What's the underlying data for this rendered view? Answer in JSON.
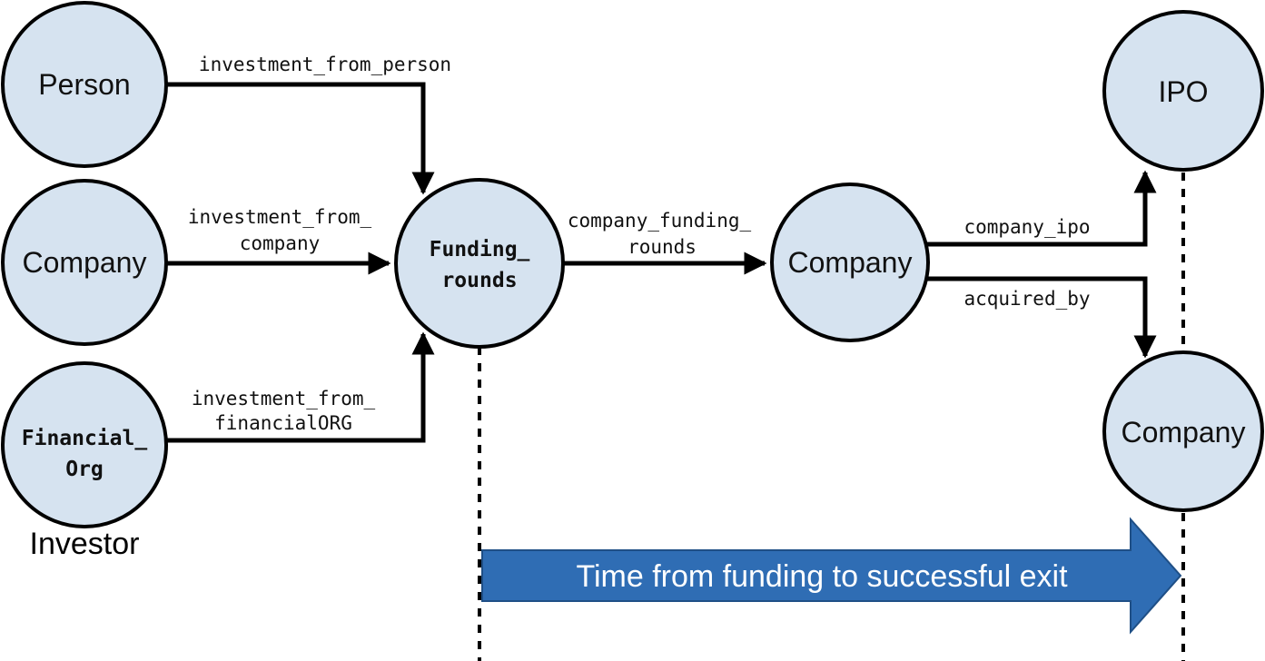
{
  "nodes": {
    "person": "Person",
    "company_investor": "Company",
    "financial_org": [
      "Financial_",
      "Org"
    ],
    "funding_rounds": [
      "Funding_",
      "rounds"
    ],
    "company_mid": "Company",
    "ipo": "IPO",
    "company_acquirer": "Company"
  },
  "group_label": "Investor",
  "edges": {
    "investment_from_person": [
      "investment_from_person"
    ],
    "investment_from_company": [
      "investment_from_",
      "company"
    ],
    "investment_from_financialorg": [
      "investment_from_",
      "financialORG"
    ],
    "company_funding_rounds": [
      "company_funding_",
      "rounds"
    ],
    "company_ipo": [
      "company_ipo"
    ],
    "acquired_by": [
      "acquired_by"
    ]
  },
  "timeline": {
    "label": "Time from funding to successful exit",
    "fill": "#2f6db4",
    "stroke": "#1f4f86"
  },
  "colors": {
    "node_fill": "#d6e3f0",
    "stroke": "#000000"
  }
}
